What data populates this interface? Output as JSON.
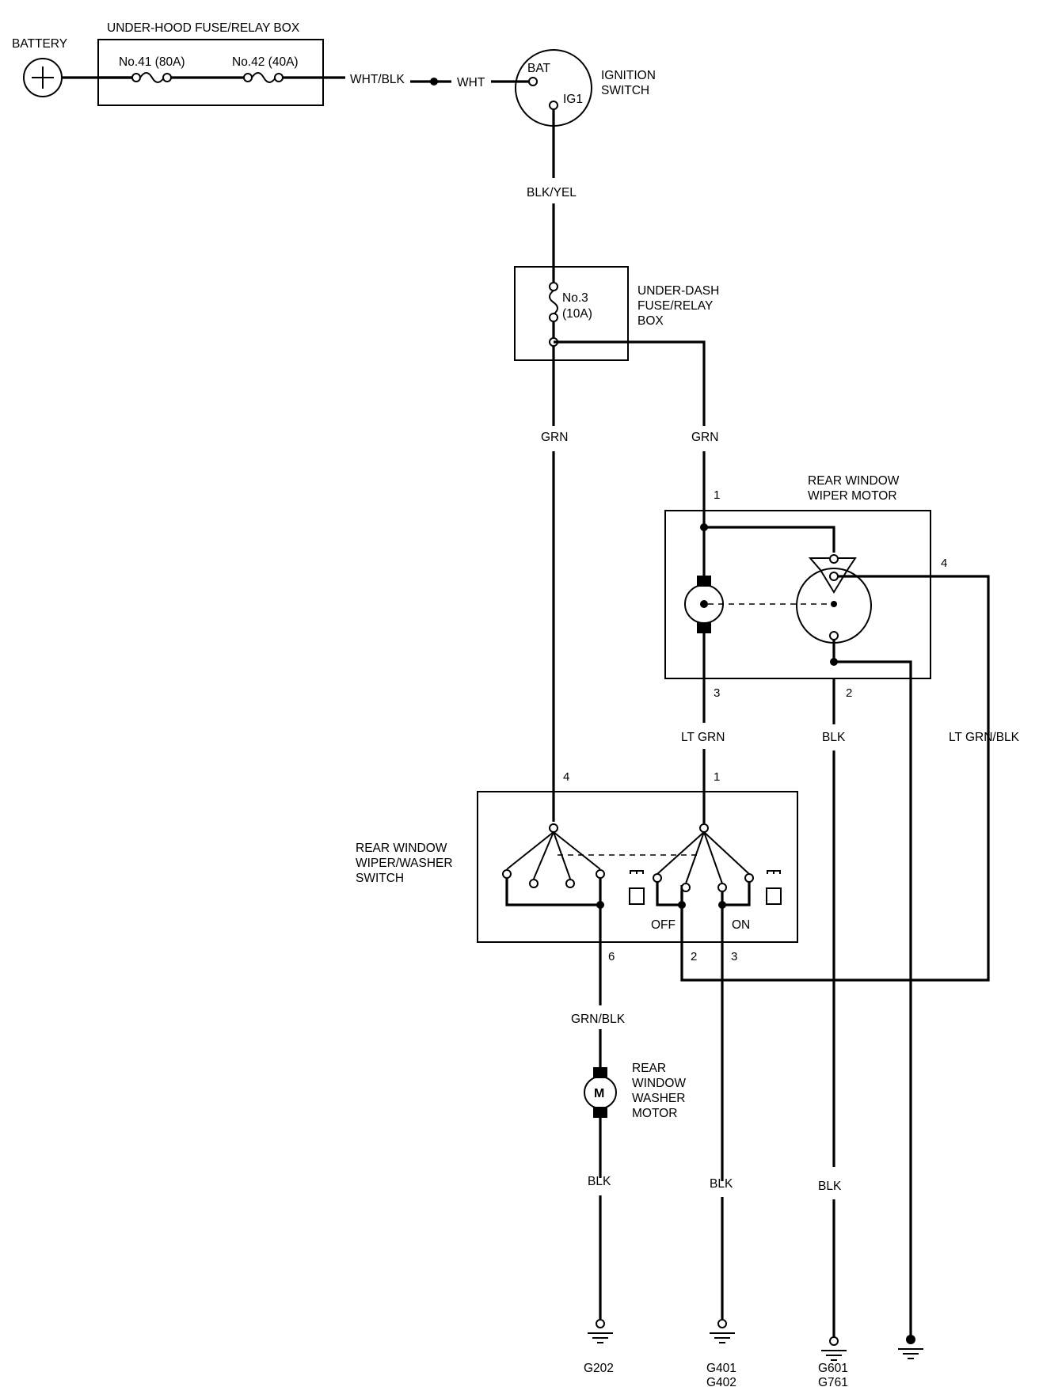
{
  "battery": {
    "label": "BATTERY"
  },
  "under_hood_box": {
    "title": "UNDER-HOOD FUSE/RELAY BOX",
    "fuse_41": "No.41 (80A)",
    "fuse_42": "No.42 (40A)"
  },
  "wires": {
    "wht_blk": "WHT/BLK",
    "wht": "WHT",
    "blk_yel": "BLK/YEL",
    "grn_left": "GRN",
    "grn_right": "GRN",
    "lt_grn": "LT GRN",
    "blk_motor": "BLK",
    "lt_grn_blk": "LT GRN/BLK",
    "grn_blk": "GRN/BLK",
    "blk_washer": "BLK",
    "blk_switch": "BLK",
    "blk_ground": "BLK"
  },
  "ignition_switch": {
    "label_line1": "IGNITION",
    "label_line2": "SWITCH",
    "bat": "BAT",
    "ig1": "IG1"
  },
  "under_dash_box": {
    "label_line1": "UNDER-DASH",
    "label_line2": "FUSE/RELAY",
    "label_line3": "BOX",
    "fuse_line1": "No.3",
    "fuse_line2": "(10A)"
  },
  "wiper_motor": {
    "label_line1": "REAR WINDOW",
    "label_line2": "WIPER MOTOR",
    "pin_1": "1",
    "pin_2": "2",
    "pin_3": "3",
    "pin_4": "4"
  },
  "washer_switch": {
    "label_line1": "REAR WINDOW",
    "label_line2": "WIPER/WASHER",
    "label_line3": "SWITCH",
    "pin_4": "4",
    "pin_1": "1",
    "pin_6": "6",
    "pin_2": "2",
    "pin_3": "3",
    "off": "OFF",
    "on": "ON"
  },
  "washer_motor": {
    "symbol": "M",
    "label_line1": "REAR",
    "label_line2": "WINDOW",
    "label_line3": "WASHER",
    "label_line4": "MOTOR"
  },
  "grounds": {
    "g202": "G202",
    "g401": "G401",
    "g402": "G402",
    "g601": "G601",
    "g761": "G761"
  }
}
